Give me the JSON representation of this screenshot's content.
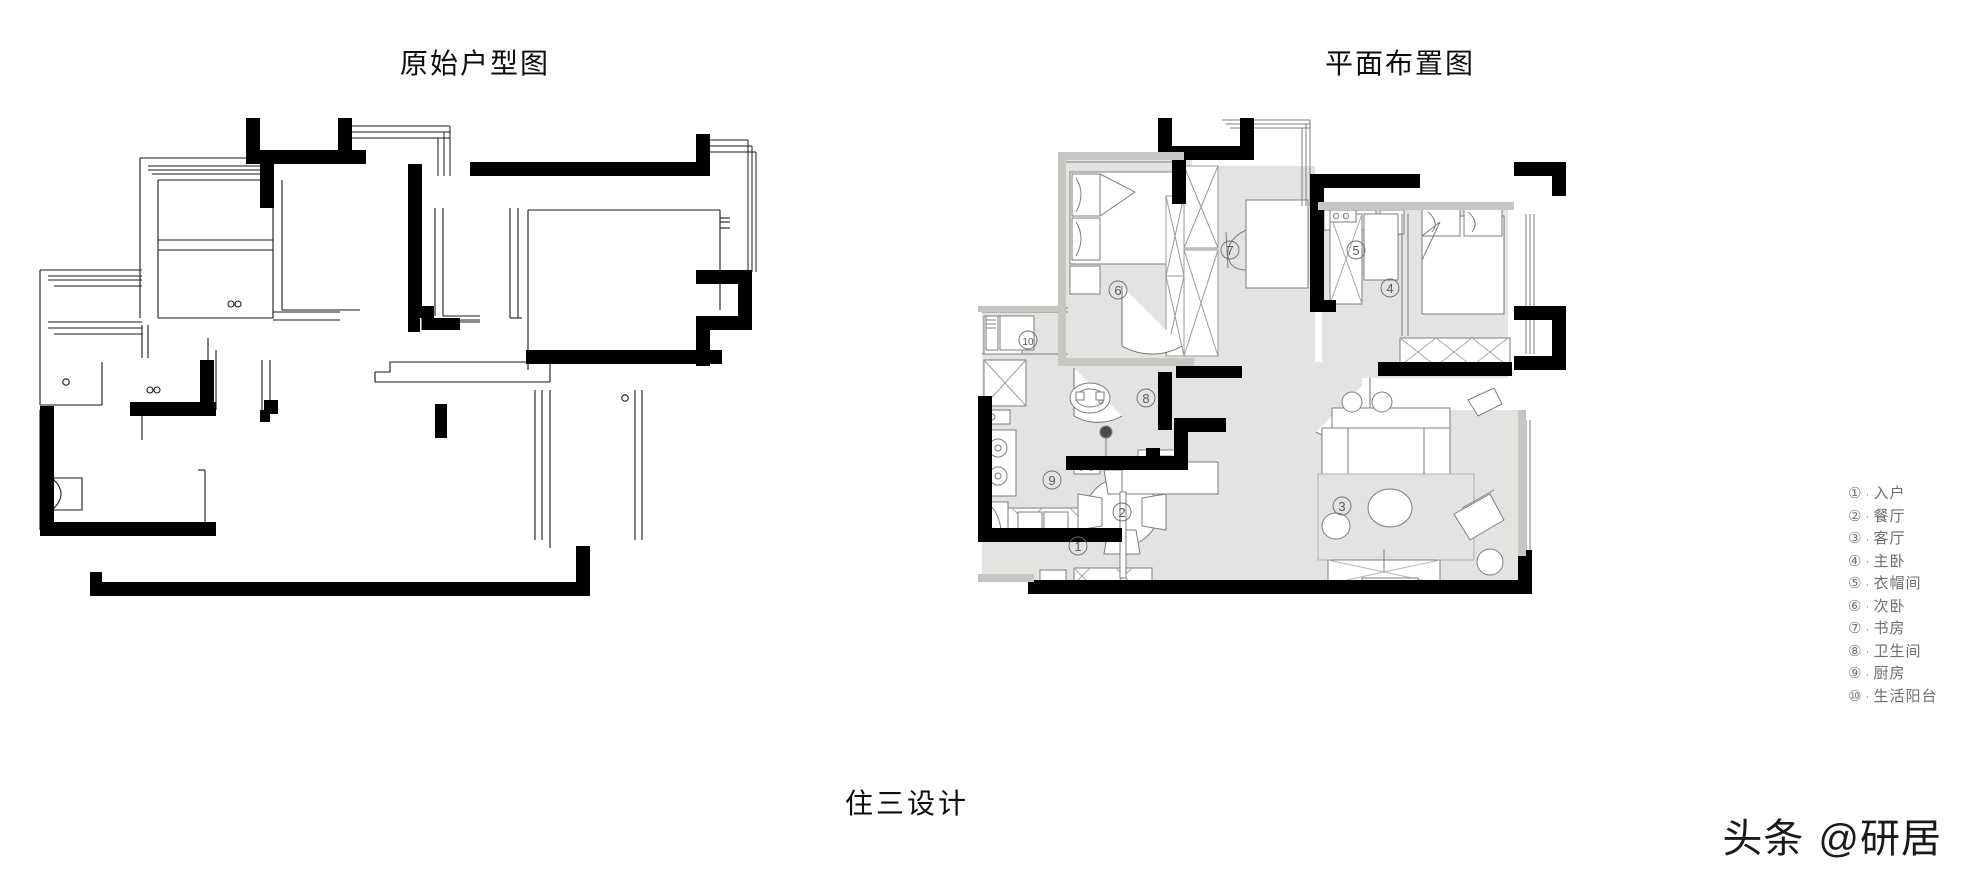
{
  "titles": {
    "left": "原始户型图",
    "right": "平面布置图",
    "footer": "住三设计"
  },
  "watermark": {
    "brand": "头条",
    "handle": "@研居"
  },
  "legend": {
    "items": [
      {
        "num": "①",
        "sep": "·",
        "label": "入户"
      },
      {
        "num": "②",
        "sep": "·",
        "label": "餐厅"
      },
      {
        "num": "③",
        "sep": "·",
        "label": "客厅"
      },
      {
        "num": "④",
        "sep": "·",
        "label": "主卧"
      },
      {
        "num": "⑤",
        "sep": "·",
        "label": "衣帽间"
      },
      {
        "num": "⑥",
        "sep": "·",
        "label": "次卧"
      },
      {
        "num": "⑦",
        "sep": "·",
        "label": "书房"
      },
      {
        "num": "⑧",
        "sep": "·",
        "label": "卫生间"
      },
      {
        "num": "⑨",
        "sep": "·",
        "label": "厨房"
      },
      {
        "num": "⑩",
        "sep": "·",
        "label": "生活阳台"
      }
    ]
  },
  "room_markers": {
    "entry": "①",
    "dining": "②",
    "living": "③",
    "master_bedroom": "④",
    "walk_in_closet": "⑤",
    "second_bedroom": "⑥",
    "study": "⑦",
    "bathroom": "⑧",
    "kitchen": "⑨",
    "service_balcony": "⑩"
  },
  "colors": {
    "structural_wall": "#000000",
    "partition_wall": "#111111",
    "floor_fill": "#e3e3e1",
    "furniture_stroke": "#6b6b6b",
    "legend_text": "#6e6e6e",
    "page_background": "#ffffff"
  }
}
